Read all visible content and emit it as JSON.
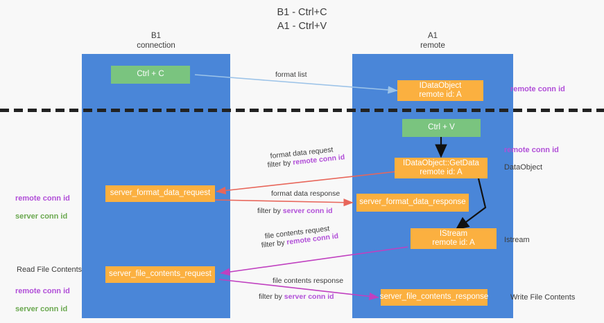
{
  "title": "B1 - Ctrl+C\nA1 - Ctrl+V",
  "lanes": [
    {
      "id": "b1",
      "header": "B1\nconnection"
    },
    {
      "id": "a1",
      "header": "A1\nremote"
    }
  ],
  "nodes": [
    {
      "id": "ctrl-c",
      "label": "Ctrl + C",
      "color": "green"
    },
    {
      "id": "idataobject",
      "label": "IDataObject\nremote id: A",
      "color": "orange"
    },
    {
      "id": "ctrl-v",
      "label": "Ctrl + V",
      "color": "green"
    },
    {
      "id": "idataobject-getdata",
      "label": "IDataObject::GetData\nremote id: A",
      "color": "orange"
    },
    {
      "id": "server-format-data-request",
      "label": "server_format_data_request",
      "color": "orange"
    },
    {
      "id": "server-format-data-response",
      "label": "server_format_data_response",
      "color": "orange"
    },
    {
      "id": "istream",
      "label": "IStream\nremote id: A",
      "color": "orange"
    },
    {
      "id": "server-file-contents-request",
      "label": "server_file_contents_request",
      "color": "orange"
    },
    {
      "id": "server-file-contents-response",
      "label": "server_file_contents_response",
      "color": "orange"
    }
  ],
  "side_labels": {
    "remote_conn_id_1": "remote conn id",
    "remote_conn_id_2": "remote conn id",
    "dataobject": "DataObject",
    "istream": "Istream",
    "write_file_contents": "Write File Contents",
    "read_file_contents": "Read File Contents",
    "remote_conn_id": "remote conn id",
    "server_conn_id": "server conn id"
  },
  "edge_labels": {
    "format_list": "format list",
    "format_data_request": "format data request",
    "format_data_request_filter_prefix": "filter by ",
    "format_data_request_filter_value": "remote conn id",
    "format_data_response": "format data response",
    "format_data_response_filter_prefix": "filter by ",
    "format_data_response_filter_value": "server conn id",
    "file_contents_request": "file contents request",
    "file_contents_request_filter_prefix": "filter by ",
    "file_contents_request_filter_value": "remote conn id",
    "file_contents_response": "file contents response",
    "file_contents_response_filter_prefix": "filter by ",
    "file_contents_response_filter_value": "server conn id"
  },
  "colors": {
    "lane": "#4a86d8",
    "green_node": "#7ac47f",
    "orange_node": "#fbb040",
    "purple": "#b14fd8",
    "green_text": "#6aa84f",
    "arrow_light_blue": "#9cc3e8",
    "arrow_red": "#e8665a",
    "arrow_magenta": "#c040c0",
    "arrow_black": "#111111",
    "background": "#f8f8f8"
  }
}
